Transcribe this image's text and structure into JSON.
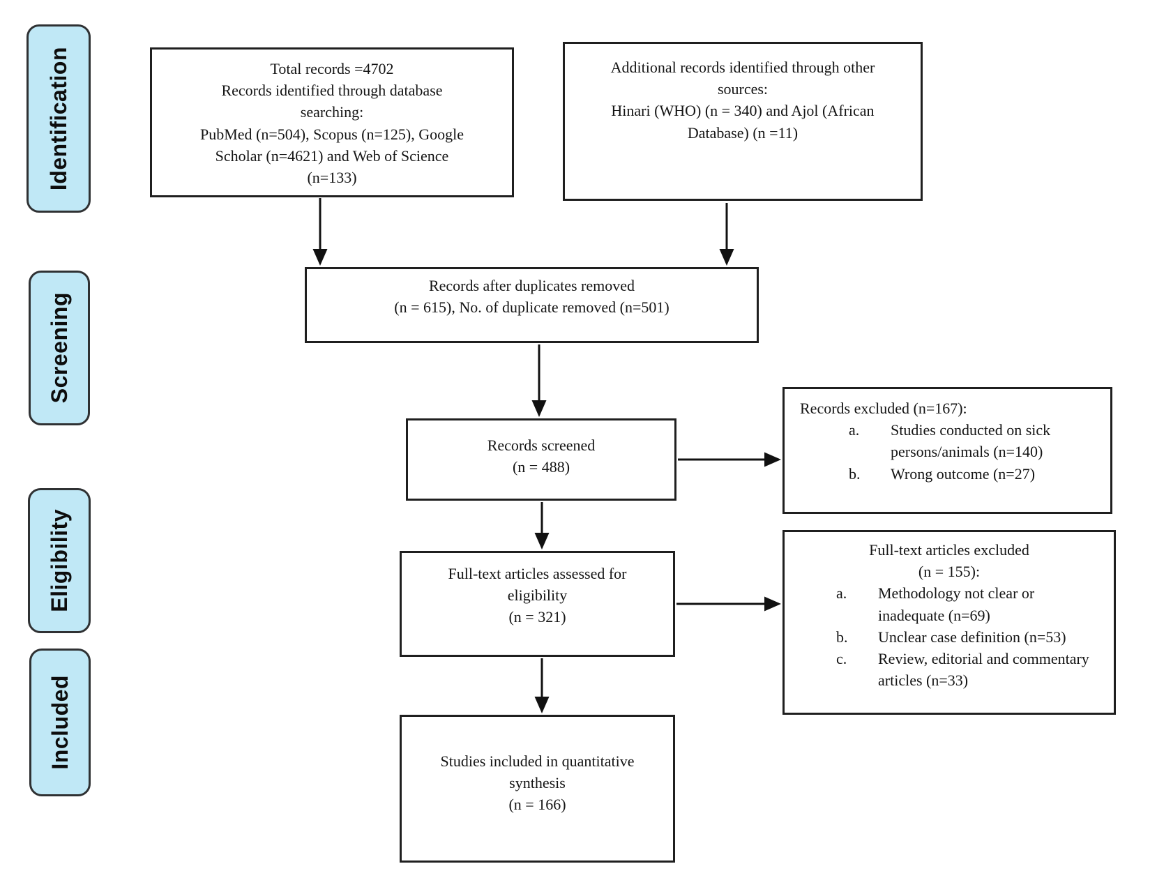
{
  "palette": {
    "stage_fill": "#c0e8f6",
    "stage_border": "#2f3133",
    "box_border": "#1f1f1f",
    "text": "#141414",
    "arrow": "#111111"
  },
  "stages": {
    "identification": "Identification",
    "screening": "Screening",
    "eligibility": "Eligibility",
    "included": "Included"
  },
  "boxes": {
    "database_search": "Total records =4702\nRecords identified through database\nsearching:\nPubMed (n=504), Scopus (n=125), Google\nScholar (n=4621) and Web of Science\n(n=133)",
    "other_sources": "Additional records identified through other\nsources:\nHinari (WHO) (n = 340) and Ajol (African\nDatabase) (n =11)",
    "after_duplicates": "Records after duplicates removed\n(n = 615), No. of duplicate removed (n=501)",
    "records_screened": "Records screened\n(n = 488)",
    "records_excluded": {
      "title": "Records excluded (n=167):",
      "items": [
        {
          "marker": "a.",
          "text": "Studies conducted on sick persons/animals (n=140)"
        },
        {
          "marker": "b.",
          "text": "Wrong outcome (n=27)"
        }
      ]
    },
    "fulltext_assessed": "Full-text articles assessed for\neligibility\n(n = 321)",
    "fulltext_excluded": {
      "title": "Full-text articles excluded\n(n = 155):",
      "items": [
        {
          "marker": "a.",
          "text": "Methodology not clear or inadequate (n=69)"
        },
        {
          "marker": "b.",
          "text": "Unclear case definition (n=53)"
        },
        {
          "marker": "c.",
          "text": "Review, editorial and commentary articles (n=33)"
        }
      ]
    },
    "included_synthesis": "Studies included in quantitative\nsynthesis\n(n = 166)"
  }
}
